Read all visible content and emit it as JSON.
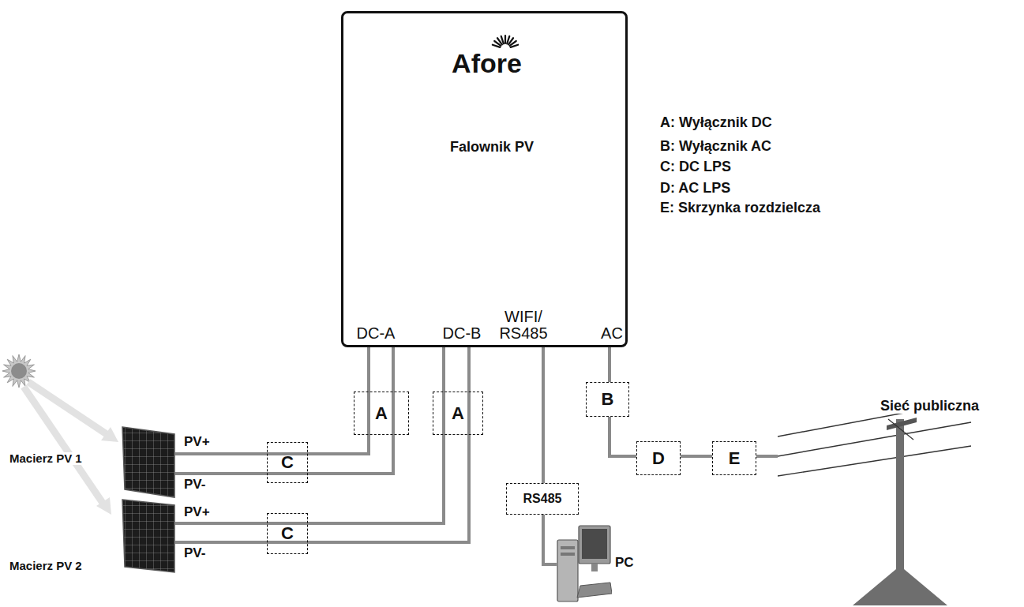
{
  "diagram": {
    "nodes": [
      {
        "text": [
          "Afore",
          "Falownik PV",
          "DC-A",
          "DC-B",
          "WIFI/ RS485",
          "AC"
        ]
      },
      {
        "text": [
          "Macierz PV 1"
        ]
      },
      {
        "text": [
          "Macierz PV 2"
        ]
      },
      {
        "text": [
          "C"
        ]
      },
      {
        "text": [
          "C"
        ]
      },
      {
        "text": [
          "A"
        ]
      },
      {
        "text": [
          "A"
        ]
      },
      {
        "text": [
          "RS485"
        ]
      },
      {
        "text": [
          "PC"
        ]
      },
      {
        "text": [
          "B"
        ]
      },
      {
        "text": [
          "D"
        ]
      },
      {
        "text": [
          "E"
        ]
      },
      {
        "text": [
          "Sieć publiczna"
        ]
      }
    ],
    "edges": [
      {
        "from": 1,
        "to": 3,
        "arrow": "none"
      },
      {
        "from": 3,
        "to": 5,
        "arrow": "none"
      },
      {
        "from": 5,
        "to": 0,
        "arrow": "none"
      },
      {
        "from": 2,
        "to": 4,
        "arrow": "none"
      },
      {
        "from": 4,
        "to": 6,
        "arrow": "none"
      },
      {
        "from": 6,
        "to": 0,
        "arrow": "none"
      },
      {
        "from": 0,
        "to": 7,
        "arrow": "none"
      },
      {
        "from": 7,
        "to": 8,
        "arrow": "none"
      },
      {
        "from": 0,
        "to": 9,
        "arrow": "none"
      },
      {
        "from": 9,
        "to": 10,
        "arrow": "none"
      },
      {
        "from": 10,
        "to": 11,
        "arrow": "none"
      },
      {
        "from": 11,
        "to": 12,
        "arrow": "none"
      }
    ],
    "labels": [
      "PV+",
      "PV-",
      "PV+",
      "PV-",
      "A: Wyłącznik DC",
      "B: Wyłącznik AC",
      "C: DC LPS",
      "D: AC LPS",
      "E: Skrzynka rozdzielcza"
    ]
  }
}
